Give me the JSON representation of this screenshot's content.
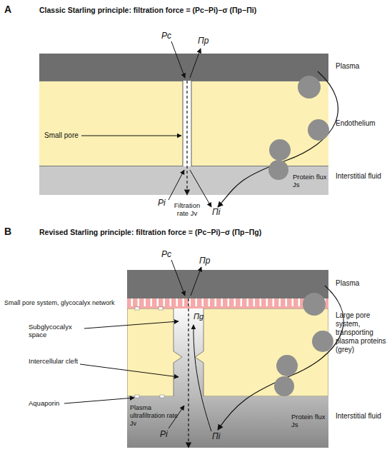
{
  "diagram": {
    "nodes": [
      {
        "text": [
          "Plasma"
        ]
      },
      {
        "text": [
          "Endothelium"
        ]
      },
      {
        "text": [
          "Interstitial fluid"
        ]
      },
      {
        "text": [
          "Plasma"
        ]
      },
      {
        "text": [
          "Large pore system, transporting plasma proteins (grey)"
        ]
      },
      {
        "text": [
          "Interstitial fluid"
        ]
      }
    ],
    "edges": [
      {
        "from": 0,
        "to": 2,
        "arrow": "to"
      },
      {
        "from": 3,
        "to": 5,
        "arrow": "to"
      }
    ],
    "labels": [
      "A",
      "Classic Starling principle: filtration force = (Pc−Pi)−σ (Πp−Πi)",
      "Pc",
      "Πp",
      "Small pore",
      "Pi",
      "Filtration rate Jv",
      "Πi",
      "Protein flux Js",
      "B",
      "Revised Starling principle: filtration force = (Pc−Pi)−σ (Πp−Πg)",
      "Pc",
      "Πp",
      "Small pore system, glycocalyx network",
      "Πg",
      "Subglycocalyx space",
      "Intercellular cleft",
      "Aquaporin",
      "Plasma ultrafiltration rate Jv",
      "Protein flux Js",
      "Pi",
      "Πi"
    ]
  }
}
